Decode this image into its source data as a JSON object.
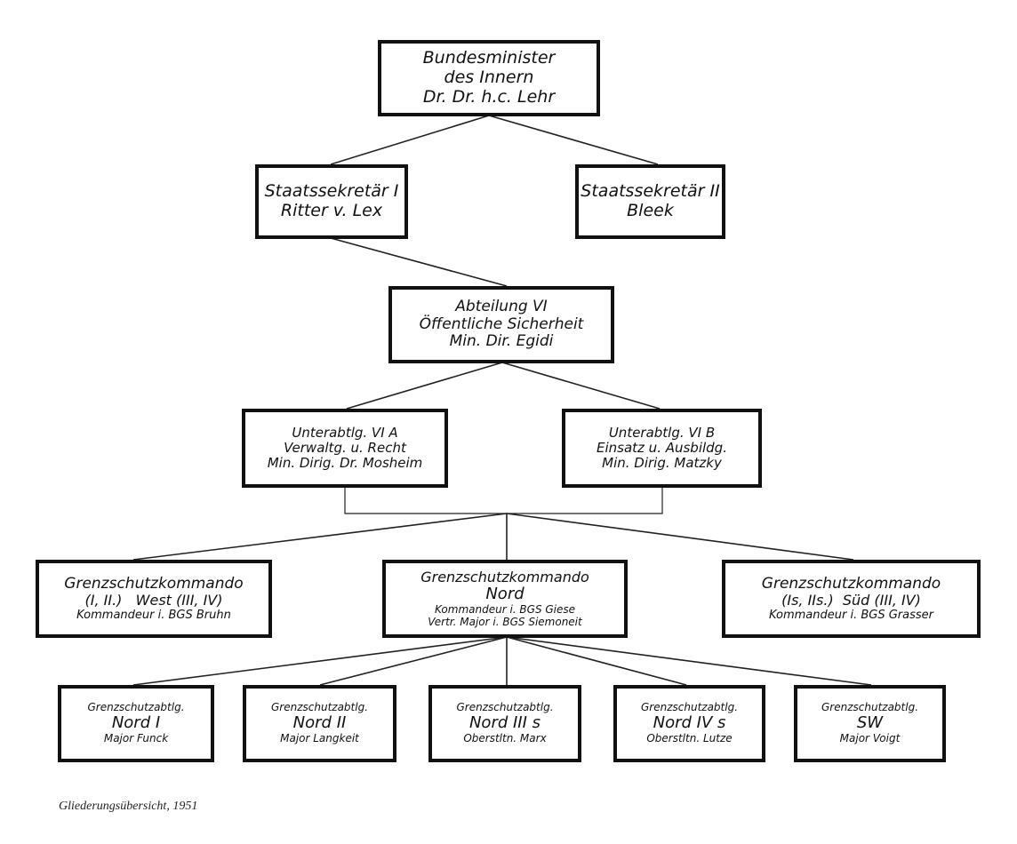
{
  "minister": {
    "lines": [
      "Bundesminister",
      "des Innern",
      "Dr. Dr. h.c. Lehr"
    ]
  },
  "state_secretary_1": {
    "lines": [
      "Staatssekretär I",
      "Ritter v. Lex"
    ]
  },
  "state_secretary_2": {
    "lines": [
      "Staatssekretär II",
      "Bleek"
    ]
  },
  "department_6": {
    "lines": [
      "Abteilung VI",
      "Öffentliche Sicherheit",
      "Min. Dir. Egidi"
    ]
  },
  "subdept_6a": {
    "lines": [
      "Unterabtlg. VI A",
      "Verwaltg. u. Recht",
      "Min. Dirig. Dr. Mosheim"
    ]
  },
  "subdept_6b": {
    "lines": [
      "Unterabtlg. VI B",
      "Einsatz u. Ausbildg.",
      "Min. Dirig. Matzky"
    ]
  },
  "command_west": {
    "lines": [
      "Grenzschutzkommando",
      "(I, II.)   West (III, IV)",
      "Kommandeur i. BGS Bruhn"
    ]
  },
  "command_nord": {
    "lines": [
      "Grenzschutzkommando",
      "Nord",
      "Kommandeur i. BGS Giese",
      "Vertr. Major i. BGS Siemoneit"
    ]
  },
  "command_sued": {
    "lines": [
      "Grenzschutzkommando",
      "(Is, IIs.)  Süd (III, IV)",
      "Kommandeur i. BGS Grasser"
    ]
  },
  "divisions": [
    {
      "lines": [
        "Grenzschutzabtlg.",
        "Nord I",
        "Major Funck"
      ]
    },
    {
      "lines": [
        "Grenzschutzabtlg.",
        "Nord II",
        "Major Langkeit"
      ]
    },
    {
      "lines": [
        "Grenzschutzabtlg.",
        "Nord III s",
        "Oberstltn. Marx"
      ]
    },
    {
      "lines": [
        "Grenzschutzabtlg.",
        "Nord IV s",
        "Oberstltn. Lutze"
      ]
    },
    {
      "lines": [
        "Grenzschutzabtlg.",
        "SW",
        "Major Voigt"
      ]
    }
  ],
  "caption": "Gliederungsübersicht, 1951"
}
